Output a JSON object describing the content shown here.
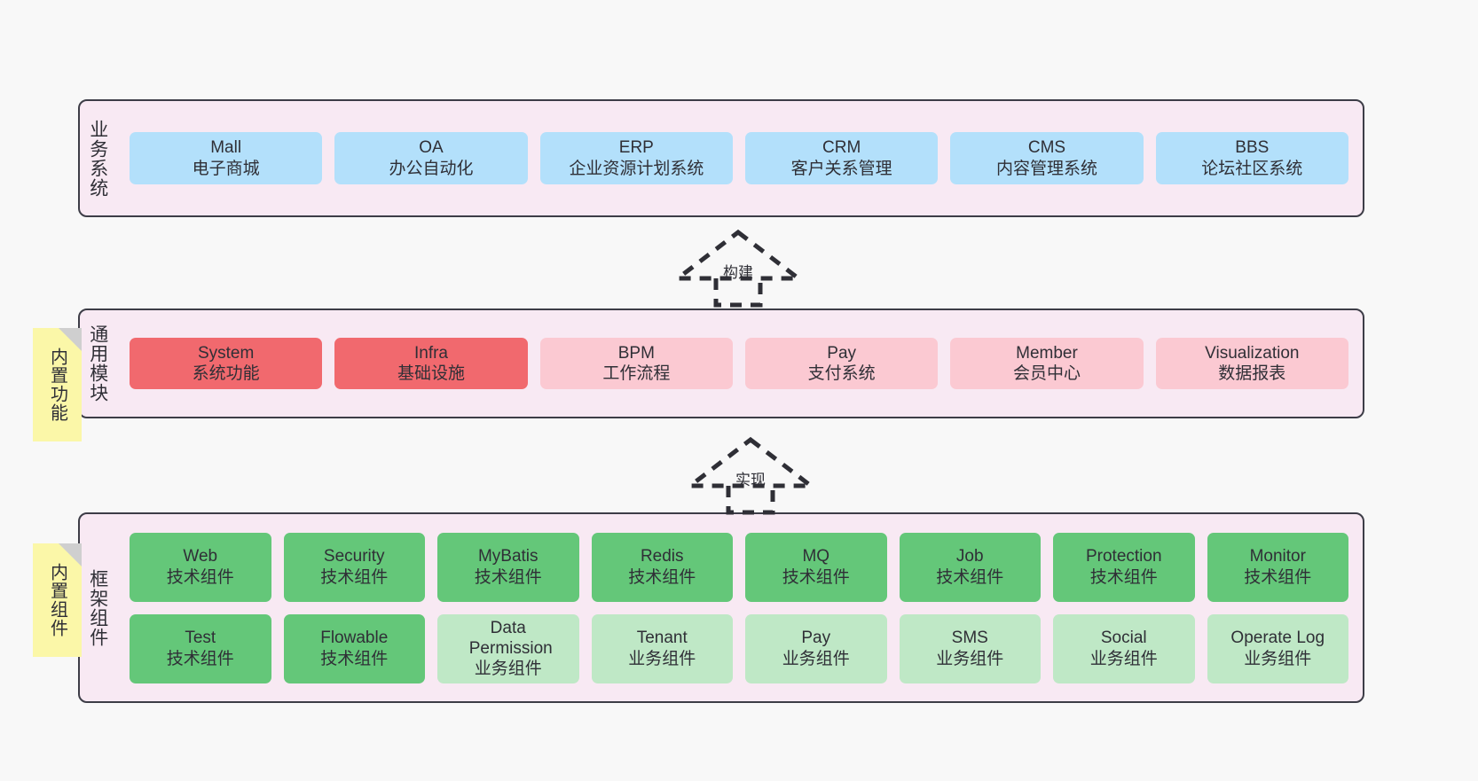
{
  "diagram": {
    "background_color": "#f8f8f8",
    "layer_border_color": "#3d3d47",
    "layer_fill_color": "#f8e9f3",
    "note_color": "#fbf7a8"
  },
  "layers": [
    {
      "id": "business-systems",
      "title": "业务系统",
      "note": null,
      "rows": [
        {
          "cards": [
            {
              "name": "Mall",
              "subtitle": "电子商城",
              "color": "blue",
              "style": "blue"
            },
            {
              "name": "OA",
              "subtitle": "办公自动化",
              "color": "blue",
              "style": "blue"
            },
            {
              "name": "ERP",
              "subtitle": "企业资源计划系统",
              "color": "blue",
              "style": "blue"
            },
            {
              "name": "CRM",
              "subtitle": "客户关系管理",
              "color": "blue",
              "style": "blue"
            },
            {
              "name": "CMS",
              "subtitle": "内容管理系统",
              "color": "blue",
              "style": "blue"
            },
            {
              "name": "BBS",
              "subtitle": "论坛社区系统",
              "color": "blue",
              "style": "blue"
            }
          ]
        }
      ]
    },
    {
      "id": "common-modules",
      "title": "通用模块",
      "note": "内置功能",
      "rows": [
        {
          "cards": [
            {
              "name": "System",
              "subtitle": "系统功能",
              "color": "#f1696e",
              "style": "red"
            },
            {
              "name": "Infra",
              "subtitle": "基础设施",
              "color": "#f1696e",
              "style": "red"
            },
            {
              "name": "BPM",
              "subtitle": "工作流程",
              "color": "#fbc9d2",
              "style": "pink"
            },
            {
              "name": "Pay",
              "subtitle": "支付系统",
              "color": "#fbc9d2",
              "style": "pink"
            },
            {
              "name": "Member",
              "subtitle": "会员中心",
              "color": "#fbc9d2",
              "style": "pink"
            },
            {
              "name": "Visualization",
              "subtitle": "数据报表",
              "color": "#fbc9d2",
              "style": "pink"
            }
          ]
        }
      ]
    },
    {
      "id": "framework-components",
      "title": "框架组件",
      "note": "内置组件",
      "rows": [
        {
          "cards": [
            {
              "name": "Web",
              "subtitle": "技术组件",
              "color": "#64c779",
              "style": "green"
            },
            {
              "name": "Security",
              "subtitle": "技术组件",
              "color": "#64c779",
              "style": "green"
            },
            {
              "name": "MyBatis",
              "subtitle": "技术组件",
              "color": "#64c779",
              "style": "green"
            },
            {
              "name": "Redis",
              "subtitle": "技术组件",
              "color": "#64c779",
              "style": "green"
            },
            {
              "name": "MQ",
              "subtitle": "技术组件",
              "color": "#64c779",
              "style": "green"
            },
            {
              "name": "Job",
              "subtitle": "技术组件",
              "color": "#64c779",
              "style": "green"
            },
            {
              "name": "Protection",
              "subtitle": "技术组件",
              "color": "#64c779",
              "style": "green"
            },
            {
              "name": "Monitor",
              "subtitle": "技术组件",
              "color": "#64c779",
              "style": "green"
            }
          ]
        },
        {
          "cards": [
            {
              "name": "Test",
              "subtitle": "技术组件",
              "color": "#64c779",
              "style": "green"
            },
            {
              "name": "Flowable",
              "subtitle": "技术组件",
              "color": "#64c779",
              "style": "green"
            },
            {
              "name": "Data Permission",
              "subtitle": "业务组件",
              "color": "#bfe8c6",
              "style": "lgreen"
            },
            {
              "name": "Tenant",
              "subtitle": "业务组件",
              "color": "#bfe8c6",
              "style": "lgreen"
            },
            {
              "name": "Pay",
              "subtitle": "业务组件",
              "color": "#bfe8c6",
              "style": "lgreen"
            },
            {
              "name": "SMS",
              "subtitle": "业务组件",
              "color": "#bfe8c6",
              "style": "lgreen"
            },
            {
              "name": "Social",
              "subtitle": "业务组件",
              "color": "#bfe8c6",
              "style": "lgreen"
            },
            {
              "name": "Operate Log",
              "subtitle": "业务组件",
              "color": "#bfe8c6",
              "style": "lgreen"
            }
          ]
        }
      ]
    }
  ],
  "connectors": [
    {
      "id": "build",
      "label": "构建",
      "from": "common-modules",
      "to": "business-systems"
    },
    {
      "id": "implement",
      "label": "实现",
      "from": "framework-components",
      "to": "common-modules"
    }
  ]
}
